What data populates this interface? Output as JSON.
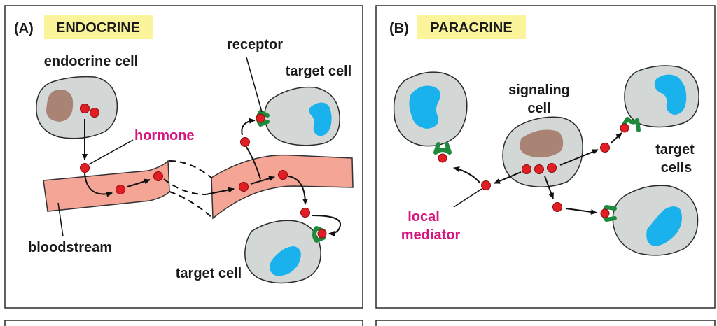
{
  "colors": {
    "title_bg": "#fbf49a",
    "cell_fill": "#d3d8d7",
    "cell_stroke": "#2b2b2b",
    "nucleus_brown": "#a98474",
    "nucleus_blue": "#1ab2ec",
    "molecule_red": "#e01e24",
    "receptor_green": "#1e8a3c",
    "vessel_fill": "#f5a596",
    "magenta_label": "#d6157e"
  },
  "panel_a": {
    "letter": "(A)",
    "title": "ENDOCRINE",
    "labels": {
      "endocrine_cell": "endocrine cell",
      "hormone": "hormone",
      "receptor": "receptor",
      "target_cell_top": "target cell",
      "target_cell_bottom": "target cell",
      "bloodstream": "bloodstream"
    }
  },
  "panel_b": {
    "letter": "(B)",
    "title": "PARACRINE",
    "labels": {
      "signaling_cell_line1": "signaling",
      "signaling_cell_line2": "cell",
      "target_cells_line1": "target",
      "target_cells_line2": "cells",
      "local_mediator_line1": "local",
      "local_mediator_line2": "mediator"
    }
  }
}
